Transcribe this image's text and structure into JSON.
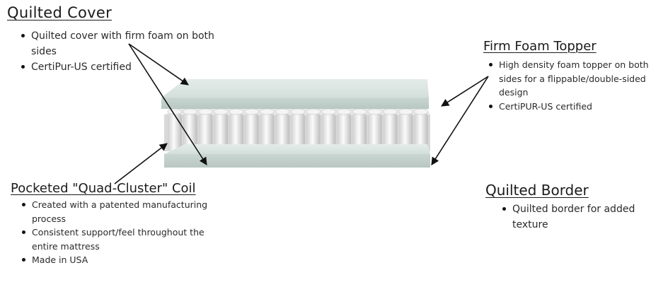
{
  "callouts": {
    "quilted_cover": {
      "title": "Quilted Cover",
      "bullets": [
        "Quilted cover with firm foam on both sides",
        "CertiPur-US certified"
      ]
    },
    "firm_foam_topper": {
      "title": "Firm Foam Topper",
      "bullets": [
        "High density foam topper on both sides for a flippable/double-sided design",
        "CertiPUR-US certified"
      ]
    },
    "pocketed_coil": {
      "title": "Pocketed \"Quad-Cluster\" Coil",
      "bullets": [
        "Created with a patented manufacturing process",
        "Consistent support/feel throughout the entire mattress",
        "Made in USA"
      ]
    },
    "quilted_border": {
      "title": "Quilted Border",
      "bullets": [
        "Quilted border for added texture"
      ]
    }
  },
  "colors": {
    "foam_layer": "#dbe5e2",
    "foam_edge": "#c6d3cf",
    "coil": "#f2f2f2",
    "arrow": "#111111"
  }
}
